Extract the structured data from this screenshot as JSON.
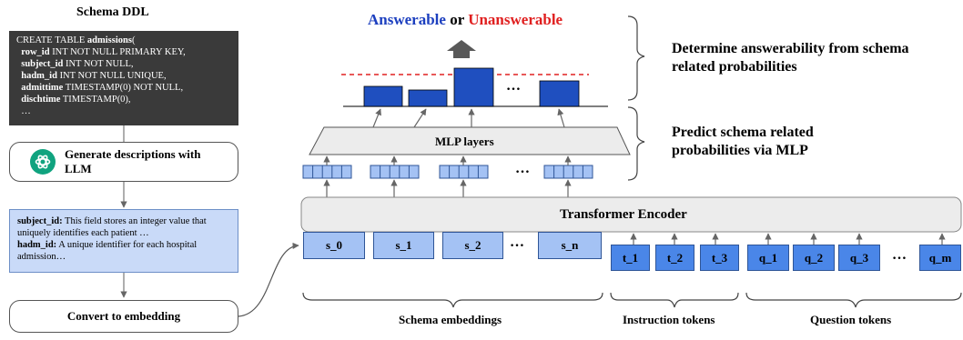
{
  "left_panel": {
    "title": "Schema DDL",
    "ddl_lines": [
      {
        "pre": "CREATE TABLE ",
        "bold": "admissions",
        "post": "("
      },
      {
        "pre": "  ",
        "bold": "row_id",
        "post": " INT NOT NULL PRIMARY KEY,"
      },
      {
        "pre": "  ",
        "bold": "subject_id",
        "post": " INT NOT NULL,"
      },
      {
        "pre": "  ",
        "bold": "hadm_id",
        "post": " INT NOT NULL UNIQUE,"
      },
      {
        "pre": "  ",
        "bold": "admittime",
        "post": " TIMESTAMP(0) NOT NULL,"
      },
      {
        "pre": "  ",
        "bold": "dischtime",
        "post": " TIMESTAMP(0),"
      },
      {
        "pre": "  …",
        "bold": "",
        "post": ""
      }
    ],
    "generate_label": "Generate descriptions with LLM",
    "description": {
      "field1_name": "subject_id:",
      "field1_text": " This field stores an integer value that uniquely identifies each patient …",
      "field2_name": "hadm_id:",
      "field2_text": " A unique identifier for each hospital admission…"
    },
    "convert_label": "Convert to embedding"
  },
  "top": {
    "answerable": "Answerable",
    "or": " or ",
    "unanswerable": "Unanswerable",
    "ellipsis": "…"
  },
  "mlp_label": "MLP layers",
  "vectors_ellipsis": "…",
  "encoder_label": "Transformer Encoder",
  "schema_tokens": [
    "s_0",
    "s_1",
    "s_2",
    "s_n"
  ],
  "instruction_tokens": [
    "t_1",
    "t_2",
    "t_3"
  ],
  "question_tokens": [
    "q_1",
    "q_2",
    "q_3",
    "q_m"
  ],
  "token_ellipsis": "…",
  "group_labels": {
    "schema": "Schema embeddings",
    "instruction": "Instruction tokens",
    "question": "Question tokens"
  },
  "right_notes": {
    "determine": "Determine answerability from schema related probabilities",
    "predict": "Predict schema related probabilities via MLP"
  },
  "colors": {
    "answerable": "#1c3fbf",
    "unanswerable": "#e02020",
    "bar_fill": "#1f4fbf",
    "ddl_bg": "#3a3a3a",
    "desc_bg": "#c9daf8",
    "token_light": "#a4c2f4",
    "token_dark": "#4a86e8",
    "threshold_line": "#e02020"
  },
  "icons": {
    "llm_logo": "openai-logo-icon"
  }
}
